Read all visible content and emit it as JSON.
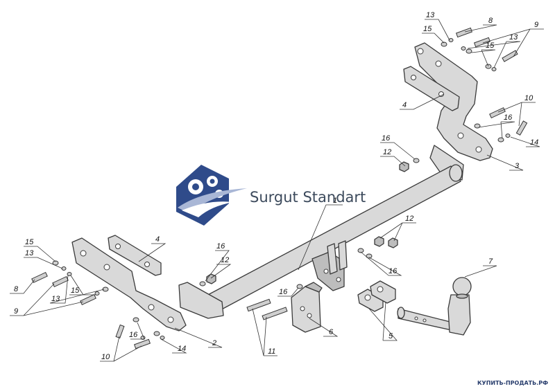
{
  "watermark": {
    "brand": "Surgut Standart",
    "logo_icon": "gears-car-logo-icon",
    "colors": {
      "logo_blue": "#2f4b8a",
      "logo_light": "#a9b7d6",
      "text": "#3c4a5c"
    }
  },
  "site_label": "КУПИТЬ-ПРОДАТЬ.РФ",
  "callouts": [
    {
      "id": "c13a",
      "label": "13"
    },
    {
      "id": "c8a",
      "label": "8"
    },
    {
      "id": "c15a",
      "label": "15"
    },
    {
      "id": "c9a",
      "label": "9"
    },
    {
      "id": "c13b",
      "label": "13"
    },
    {
      "id": "c15b",
      "label": "15"
    },
    {
      "id": "c4a",
      "label": "4"
    },
    {
      "id": "c10a",
      "label": "10"
    },
    {
      "id": "c16a",
      "label": "16"
    },
    {
      "id": "c14a",
      "label": "14"
    },
    {
      "id": "c16b",
      "label": "16"
    },
    {
      "id": "c12a",
      "label": "12"
    },
    {
      "id": "c3",
      "label": "3"
    },
    {
      "id": "c1",
      "label": "1"
    },
    {
      "id": "c12b",
      "label": "12"
    },
    {
      "id": "c16c",
      "label": "16"
    },
    {
      "id": "c16d",
      "label": "16"
    },
    {
      "id": "c12c",
      "label": "12"
    },
    {
      "id": "c16e",
      "label": "16"
    },
    {
      "id": "c7",
      "label": "7"
    },
    {
      "id": "c15c",
      "label": "15"
    },
    {
      "id": "c13c",
      "label": "13"
    },
    {
      "id": "c4b",
      "label": "4"
    },
    {
      "id": "c8b",
      "label": "8"
    },
    {
      "id": "c13d",
      "label": "13"
    },
    {
      "id": "c15d",
      "label": "15"
    },
    {
      "id": "c9b",
      "label": "9"
    },
    {
      "id": "c2",
      "label": "2"
    },
    {
      "id": "c16f",
      "label": "16"
    },
    {
      "id": "c14b",
      "label": "14"
    },
    {
      "id": "c10b",
      "label": "10"
    },
    {
      "id": "c11",
      "label": "11"
    },
    {
      "id": "c6",
      "label": "6"
    },
    {
      "id": "c5",
      "label": "5"
    }
  ]
}
